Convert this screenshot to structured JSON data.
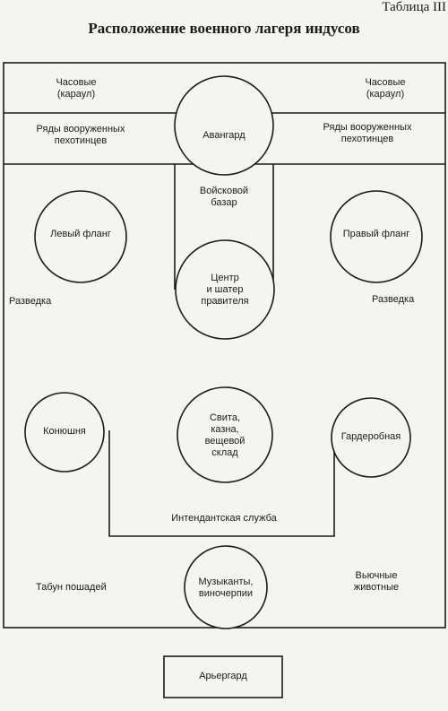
{
  "header": {
    "table_number": "Таблица III",
    "title": "Расположение военного лагеря индусов"
  },
  "labels": {
    "sentries_left": [
      "Часовые",
      "(караул)"
    ],
    "sentries_right": [
      "Часовые",
      "(караул)"
    ],
    "vanguard": "Авангард",
    "infantry_left": [
      "Ряды вооруженных",
      "пехотинцев"
    ],
    "infantry_right": [
      "Ряды вооруженных",
      "пехотинцев"
    ],
    "bazaar": [
      "Войсковой",
      "базар"
    ],
    "left_flank": "Левый фланг",
    "right_flank": "Правый фланг",
    "center": [
      "Центр",
      "и шатер",
      "правителя"
    ],
    "recon_left": "Разведка",
    "recon_right": "Разведка",
    "stable": "Конюшня",
    "retinue": [
      "Свита,",
      "казна,",
      "вещевой",
      "склад"
    ],
    "wardrobe": "Гардеробная",
    "quartermaster": "Интендантская служба",
    "horse_herd": "Табун пошадей",
    "musicians": [
      "Музыканты,",
      "виночерпии"
    ],
    "pack_animals": [
      "Вьючные",
      "животные"
    ],
    "rearguard": "Арьергард"
  }
}
